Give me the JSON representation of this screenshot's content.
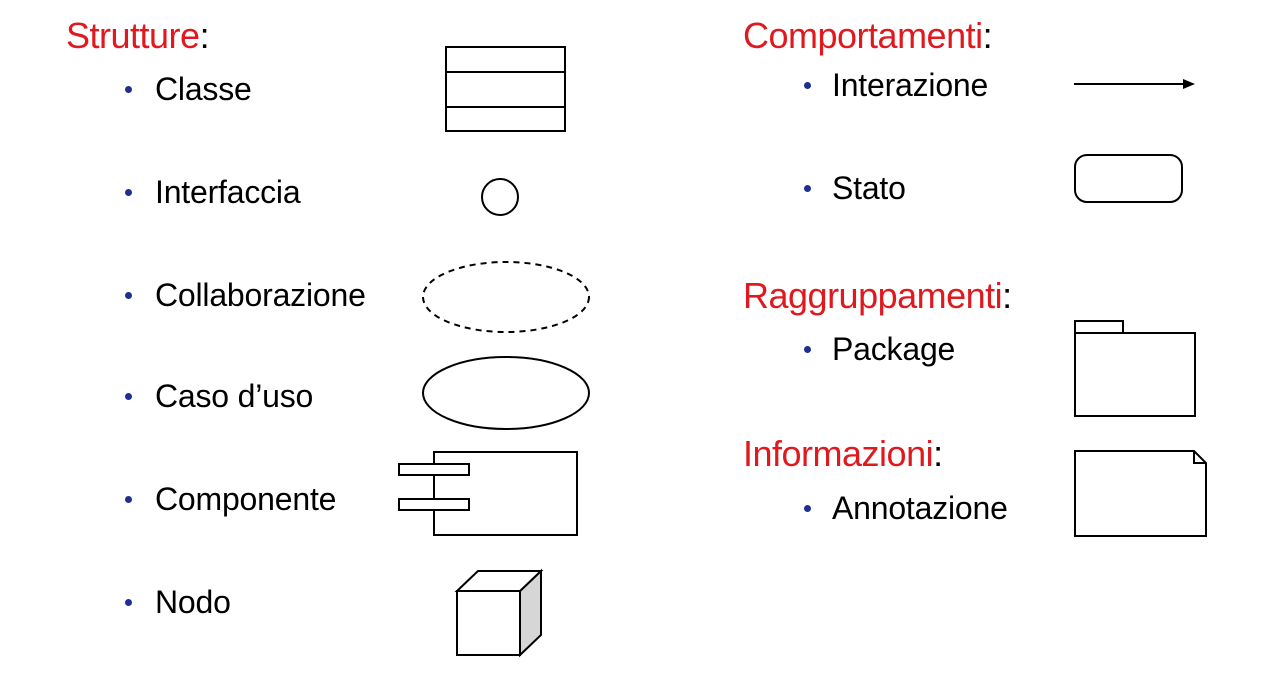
{
  "strutture": {
    "title": "Strutture",
    "colon": ":",
    "items": [
      {
        "label": "Classe",
        "symbol": "class-icon"
      },
      {
        "label": "Interfaccia",
        "symbol": "interface-icon"
      },
      {
        "label": "Collaborazione",
        "symbol": "collaboration-icon"
      },
      {
        "label": "Caso d’uso",
        "symbol": "use-case-icon"
      },
      {
        "label": "Componente",
        "symbol": "component-icon"
      },
      {
        "label": "Nodo",
        "symbol": "node-icon"
      }
    ]
  },
  "comportamenti": {
    "title": "Comportamenti",
    "colon": ":",
    "items": [
      {
        "label": "Interazione",
        "symbol": "interaction-arrow-icon"
      },
      {
        "label": "Stato",
        "symbol": "state-icon"
      }
    ]
  },
  "raggruppamenti": {
    "title": "Raggruppamenti",
    "colon": ":",
    "items": [
      {
        "label": "Package",
        "symbol": "package-icon"
      }
    ]
  },
  "informazioni": {
    "title": "Informazioni",
    "colon": ":",
    "items": [
      {
        "label": "Annotazione",
        "symbol": "note-icon"
      }
    ]
  },
  "colors": {
    "heading": "#e0191f",
    "bullet": "#1f2f91",
    "stroke": "#000000",
    "node_side": "#d6d6d6"
  }
}
